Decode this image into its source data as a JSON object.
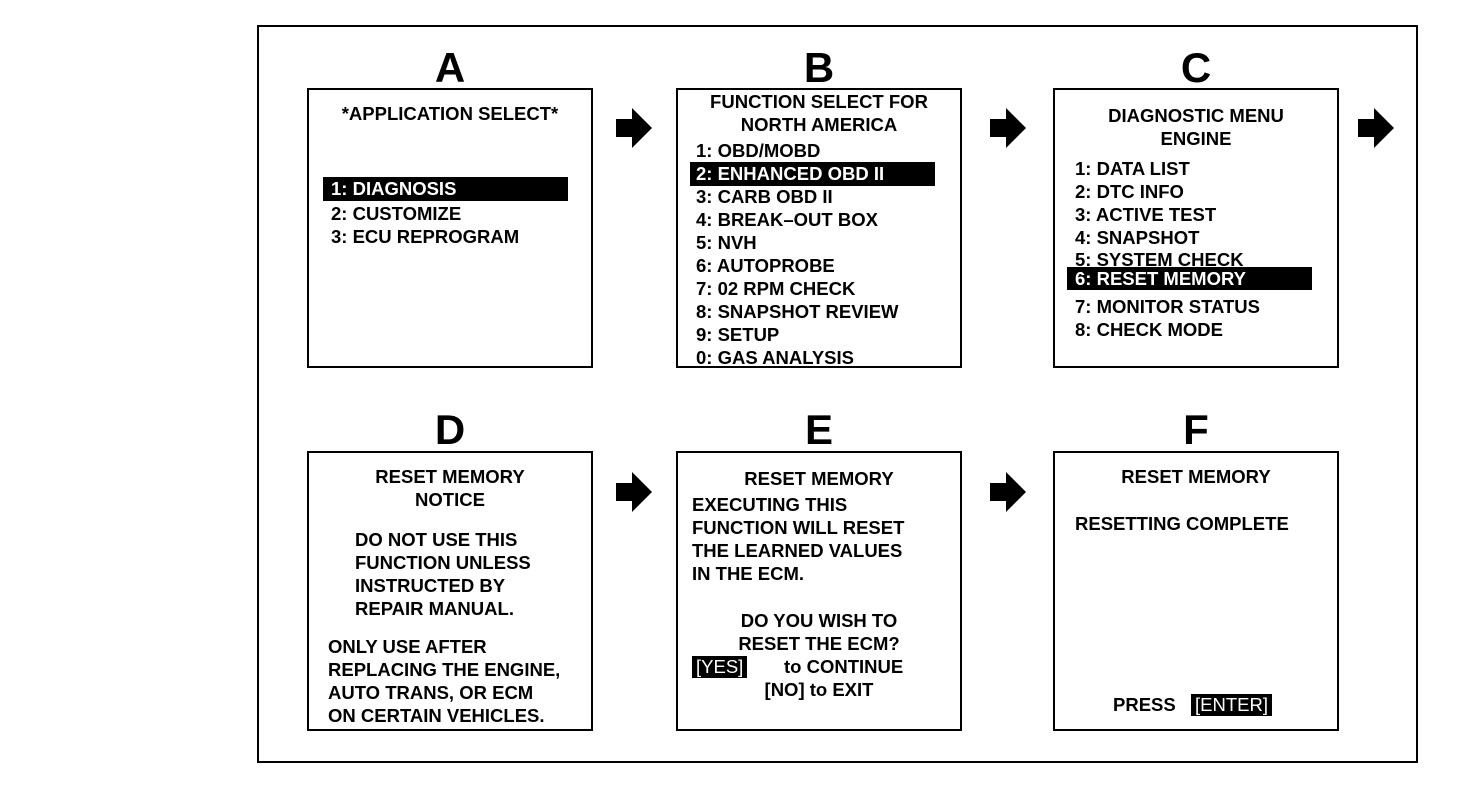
{
  "panels": {
    "a": {
      "letter": "A",
      "title": "*APPLICATION SELECT*",
      "items": [
        "1: DIAGNOSIS",
        "2:  CUSTOMIZE",
        "3:  ECU REPROGRAM"
      ]
    },
    "b": {
      "letter": "B",
      "title_line1": "FUNCTION SELECT FOR",
      "title_line2": "NORTH AMERICA",
      "items": [
        "1:  OBD/MOBD",
        "2:  ENHANCED OBD II",
        "3:  CARB OBD II",
        "4:  BREAK–OUT BOX",
        "5:  NVH",
        "6:  AUTOPROBE",
        "7:  02 RPM CHECK",
        "8:  SNAPSHOT REVIEW",
        "9:  SETUP",
        "0:  GAS ANALYSIS"
      ]
    },
    "c": {
      "letter": "C",
      "title_line1": "DIAGNOSTIC MENU",
      "title_line2": "ENGINE",
      "items": [
        "1:  DATA LIST",
        "2:  DTC INFO",
        "3:  ACTIVE TEST",
        "4:  SNAPSHOT",
        "5:  SYSTEM CHECK",
        "6:  RESET MEMORY",
        "7:  MONITOR STATUS",
        "8:  CHECK MODE"
      ]
    },
    "d": {
      "letter": "D",
      "title_line1": "RESET MEMORY",
      "title_line2": "NOTICE",
      "notice": [
        "DO NOT USE THIS",
        "FUNCTION UNLESS",
        "INSTRUCTED BY",
        "REPAIR MANUAL."
      ],
      "usage": [
        "ONLY USE AFTER",
        "REPLACING THE ENGINE,",
        "AUTO TRANS, OR ECM",
        "ON CERTAIN VEHICLES."
      ]
    },
    "e": {
      "letter": "E",
      "title": "RESET MEMORY",
      "warning": [
        "EXECUTING THIS",
        "FUNCTION WILL RESET",
        "THE LEARNED VALUES",
        "IN THE ECM."
      ],
      "question": [
        "DO YOU WISH TO",
        "RESET THE ECM?"
      ],
      "yes_key": "[YES]",
      "yes_text": "to CONTINUE",
      "no_text": "[NO] to EXIT"
    },
    "f": {
      "letter": "F",
      "title": "RESET MEMORY",
      "status": "RESETTING COMPLETE",
      "press": "PRESS",
      "enter_key": "[ENTER]"
    }
  },
  "colors": {
    "foreground": "#000000",
    "background": "#ffffff",
    "highlight_text": "#ffffff"
  },
  "icons": {
    "arrow": "right-arrow-icon"
  }
}
